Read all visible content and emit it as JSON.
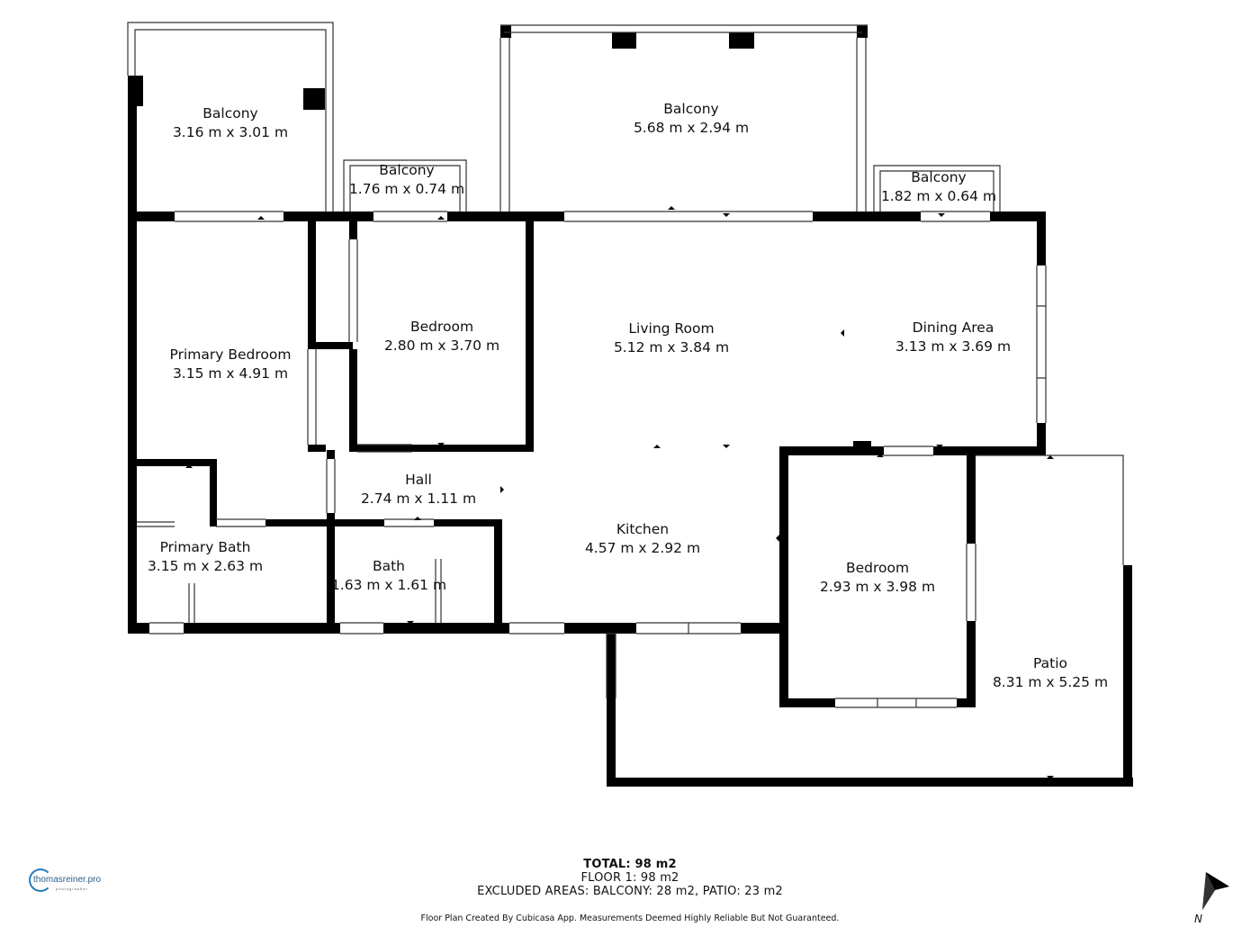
{
  "rooms": [
    {
      "id": "balcony-1",
      "name": "Balcony",
      "dims": "3.16 m x 3.01 m"
    },
    {
      "id": "balcony-2",
      "name": "Balcony",
      "dims": "5.68 m x 2.94 m"
    },
    {
      "id": "balcony-3",
      "name": "Balcony",
      "dims": "1.76 m x 0.74 m"
    },
    {
      "id": "balcony-4",
      "name": "Balcony",
      "dims": "1.82 m x 0.64 m"
    },
    {
      "id": "primary-bedroom",
      "name": "Primary Bedroom",
      "dims": "3.15 m x 4.91 m"
    },
    {
      "id": "bedroom-1",
      "name": "Bedroom",
      "dims": "2.80 m x 3.70 m"
    },
    {
      "id": "living-room",
      "name": "Living Room",
      "dims": "5.12 m x 3.84 m"
    },
    {
      "id": "dining-area",
      "name": "Dining Area",
      "dims": "3.13 m x 3.69 m"
    },
    {
      "id": "hall",
      "name": "Hall",
      "dims": "2.74 m x 1.11 m"
    },
    {
      "id": "primary-bath",
      "name": "Primary Bath",
      "dims": "3.15 m x 2.63 m"
    },
    {
      "id": "bath",
      "name": "Bath",
      "dims": "1.63 m x 1.61 m"
    },
    {
      "id": "kitchen",
      "name": "Kitchen",
      "dims": "4.57 m x 2.92 m"
    },
    {
      "id": "bedroom-2",
      "name": "Bedroom",
      "dims": "2.93 m x 3.98 m"
    },
    {
      "id": "patio",
      "name": "Patio",
      "dims": "8.31 m x 5.25 m"
    }
  ],
  "summary": {
    "total": "TOTAL: 98 m2",
    "floor": "FLOOR 1: 98 m2",
    "excluded": "EXCLUDED AREAS: BALCONY: 28 m2, PATIO: 23 m2"
  },
  "disclaimer": "Floor Plan Created By Cubicasa App. Measurements Deemed Highly Reliable But Not Guaranteed.",
  "logo": {
    "text": "thomasreiner.pro",
    "sub": "photographer"
  },
  "compass": {
    "label": "N"
  },
  "colors": {
    "wall": "#000000",
    "thin_line": "#333333",
    "window": "#ffffff",
    "logo_blue": "#2b7bb9"
  }
}
